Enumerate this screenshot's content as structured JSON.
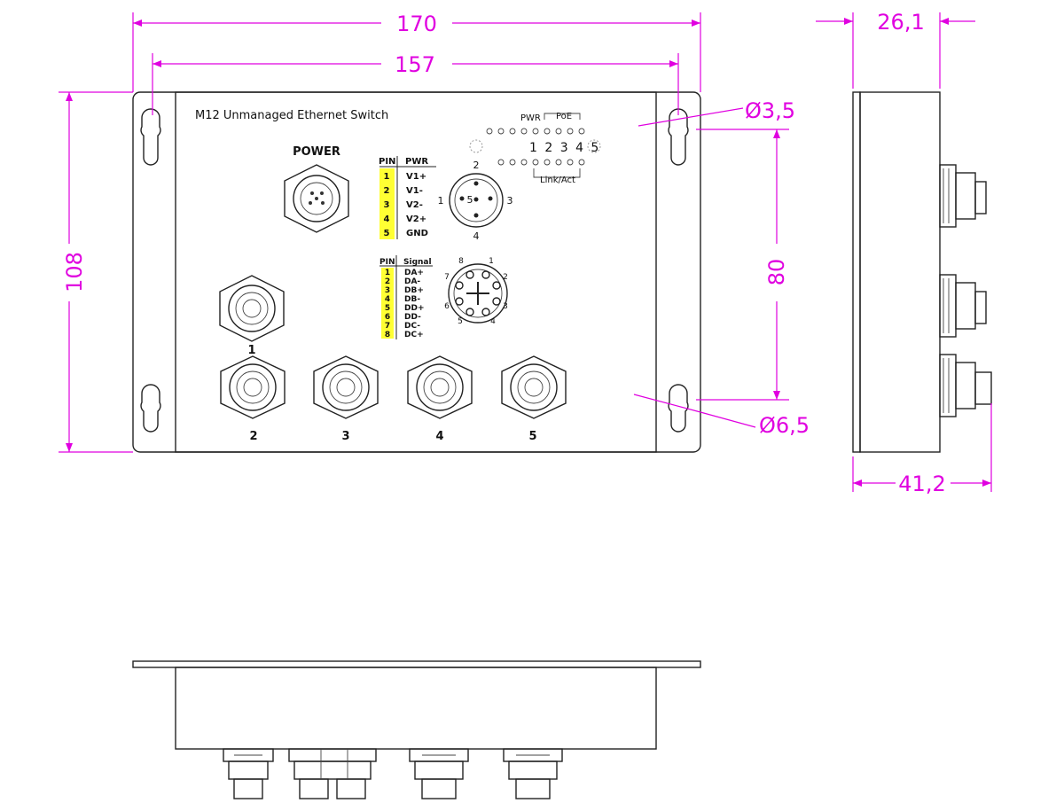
{
  "dimensions": {
    "overall_width": "170",
    "hole_span": "157",
    "height": "108",
    "hole_vertical_span": "80",
    "small_hole": "Ø3,5",
    "large_hole": "Ø6,5",
    "side_depth": "26,1",
    "side_overall": "41,2"
  },
  "panel": {
    "title": "M12 Unmanaged Ethernet Switch",
    "power_label": "POWER",
    "port_labels": [
      "1",
      "2",
      "3",
      "4",
      "5"
    ]
  },
  "pwr_table": {
    "headers": [
      "PIN",
      "PWR"
    ],
    "rows": [
      {
        "pin": "1",
        "signal": "V1+"
      },
      {
        "pin": "2",
        "signal": "V1-"
      },
      {
        "pin": "3",
        "signal": "V2-"
      },
      {
        "pin": "4",
        "signal": "V2+"
      },
      {
        "pin": "5",
        "signal": "GND"
      }
    ]
  },
  "pwr_connector_pins": [
    "2",
    "1",
    "5",
    "3",
    "4"
  ],
  "signal_table": {
    "headers": [
      "PIN",
      "Signal"
    ],
    "rows": [
      {
        "pin": "1",
        "signal": "DA+"
      },
      {
        "pin": "2",
        "signal": "DA-"
      },
      {
        "pin": "3",
        "signal": "DB+"
      },
      {
        "pin": "4",
        "signal": "DB-"
      },
      {
        "pin": "5",
        "signal": "DD+"
      },
      {
        "pin": "6",
        "signal": "DD-"
      },
      {
        "pin": "7",
        "signal": "DC-"
      },
      {
        "pin": "8",
        "signal": "DC+"
      }
    ]
  },
  "data_connector_pins": [
    "8",
    "1",
    "7",
    "2",
    "6",
    "3",
    "5",
    "4"
  ],
  "leds": {
    "pwr_label": "PWR",
    "poe_label": "PoE",
    "port_numbers": "1 2 3 4 5",
    "link_label": "Link/Act"
  },
  "colors": {
    "dimension": "#e000e0",
    "pin_highlight": "#ffff33"
  }
}
